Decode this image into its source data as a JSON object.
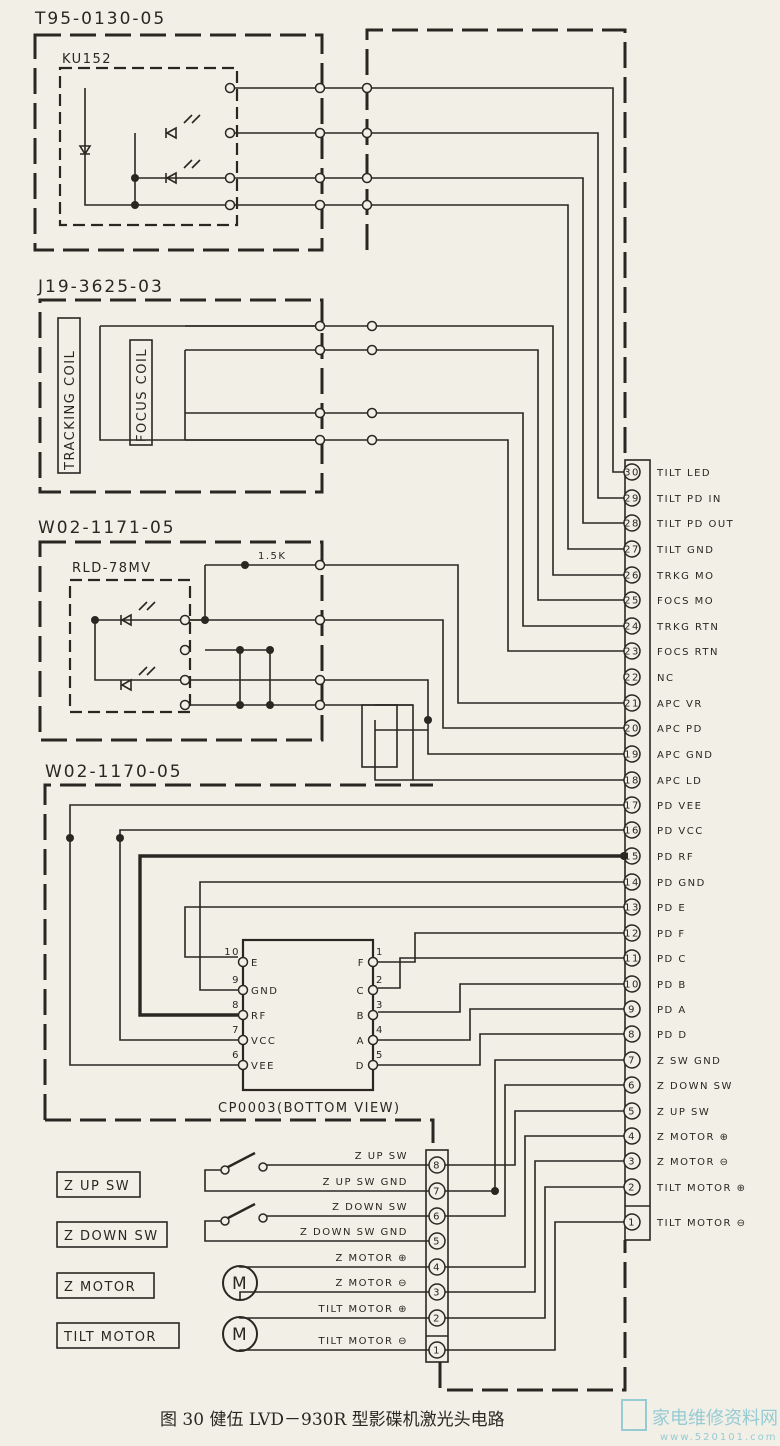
{
  "sections": {
    "pickup_1": "T95-0130-05",
    "pickup_1_sub": "KU152",
    "coil_assy": "J19-3625-03",
    "tracking_coil": "TRACKING COIL",
    "focus_coil": "FOCUS COIL",
    "laser_assy": "W02-1171-05",
    "laser_sub": "RLD-78MV",
    "resistor": "1.5K",
    "pd_assy": "W02-1170-05",
    "chip": "CP0003(BOTTOM VIEW)"
  },
  "main_connector": [
    {
      "pin": "30",
      "label": "TILT LED"
    },
    {
      "pin": "29",
      "label": "TILT PD IN"
    },
    {
      "pin": "28",
      "label": "TILT PD OUT"
    },
    {
      "pin": "27",
      "label": "TILT GND"
    },
    {
      "pin": "26",
      "label": "TRKG MO"
    },
    {
      "pin": "25",
      "label": "FOCS MO"
    },
    {
      "pin": "24",
      "label": "TRKG RTN"
    },
    {
      "pin": "23",
      "label": "FOCS RTN"
    },
    {
      "pin": "22",
      "label": "NC"
    },
    {
      "pin": "21",
      "label": "APC VR"
    },
    {
      "pin": "20",
      "label": "APC PD"
    },
    {
      "pin": "19",
      "label": "APC GND"
    },
    {
      "pin": "18",
      "label": "APC LD"
    },
    {
      "pin": "17",
      "label": "PD VEE"
    },
    {
      "pin": "16",
      "label": "PD VCC"
    },
    {
      "pin": "15",
      "label": "PD RF"
    },
    {
      "pin": "14",
      "label": "PD GND"
    },
    {
      "pin": "13",
      "label": "PD E"
    },
    {
      "pin": "12",
      "label": "PD F"
    },
    {
      "pin": "11",
      "label": "PD C"
    },
    {
      "pin": "10",
      "label": "PD B"
    },
    {
      "pin": "9",
      "label": "PD A"
    },
    {
      "pin": "8",
      "label": "PD D"
    },
    {
      "pin": "7",
      "label": "Z SW GND"
    },
    {
      "pin": "6",
      "label": "Z DOWN SW"
    },
    {
      "pin": "5",
      "label": "Z UP SW"
    },
    {
      "pin": "4",
      "label": "Z MOTOR ⊕"
    },
    {
      "pin": "3",
      "label": "Z MOTOR ⊖"
    },
    {
      "pin": "2",
      "label": "TILT MOTOR ⊕"
    },
    {
      "pin": "1",
      "label": "TILT MOTOR ⊖"
    }
  ],
  "chip_pins_left": [
    {
      "pin": "10",
      "label": "E"
    },
    {
      "pin": "9",
      "label": "GND"
    },
    {
      "pin": "8",
      "label": "RF"
    },
    {
      "pin": "7",
      "label": "VCC"
    },
    {
      "pin": "6",
      "label": "VEE"
    }
  ],
  "chip_pins_right": [
    {
      "pin": "1",
      "label": "F"
    },
    {
      "pin": "2",
      "label": "C"
    },
    {
      "pin": "3",
      "label": "B"
    },
    {
      "pin": "4",
      "label": "A"
    },
    {
      "pin": "5",
      "label": "D"
    }
  ],
  "sub_connector": [
    {
      "pin": "8",
      "label": "Z UP SW"
    },
    {
      "pin": "7",
      "label": "Z UP SW GND"
    },
    {
      "pin": "6",
      "label": "Z DOWN SW"
    },
    {
      "pin": "5",
      "label": "Z DOWN SW GND"
    },
    {
      "pin": "4",
      "label": "Z MOTOR ⊕"
    },
    {
      "pin": "3",
      "label": "Z MOTOR ⊖"
    },
    {
      "pin": "2",
      "label": "TILT MOTOR ⊕"
    },
    {
      "pin": "1",
      "label": "TILT MOTOR ⊖"
    }
  ],
  "legend_boxes": [
    "Z UP SW",
    "Z DOWN SW",
    "Z MOTOR",
    "TILT MOTOR"
  ],
  "motor_symbol": "M",
  "caption": "图 30   健伍 LVD－930R 型影碟机激光头电路",
  "watermark": {
    "text": "家电维修资料网",
    "url": "www.520101.com",
    "color": "#7fc3cf"
  }
}
